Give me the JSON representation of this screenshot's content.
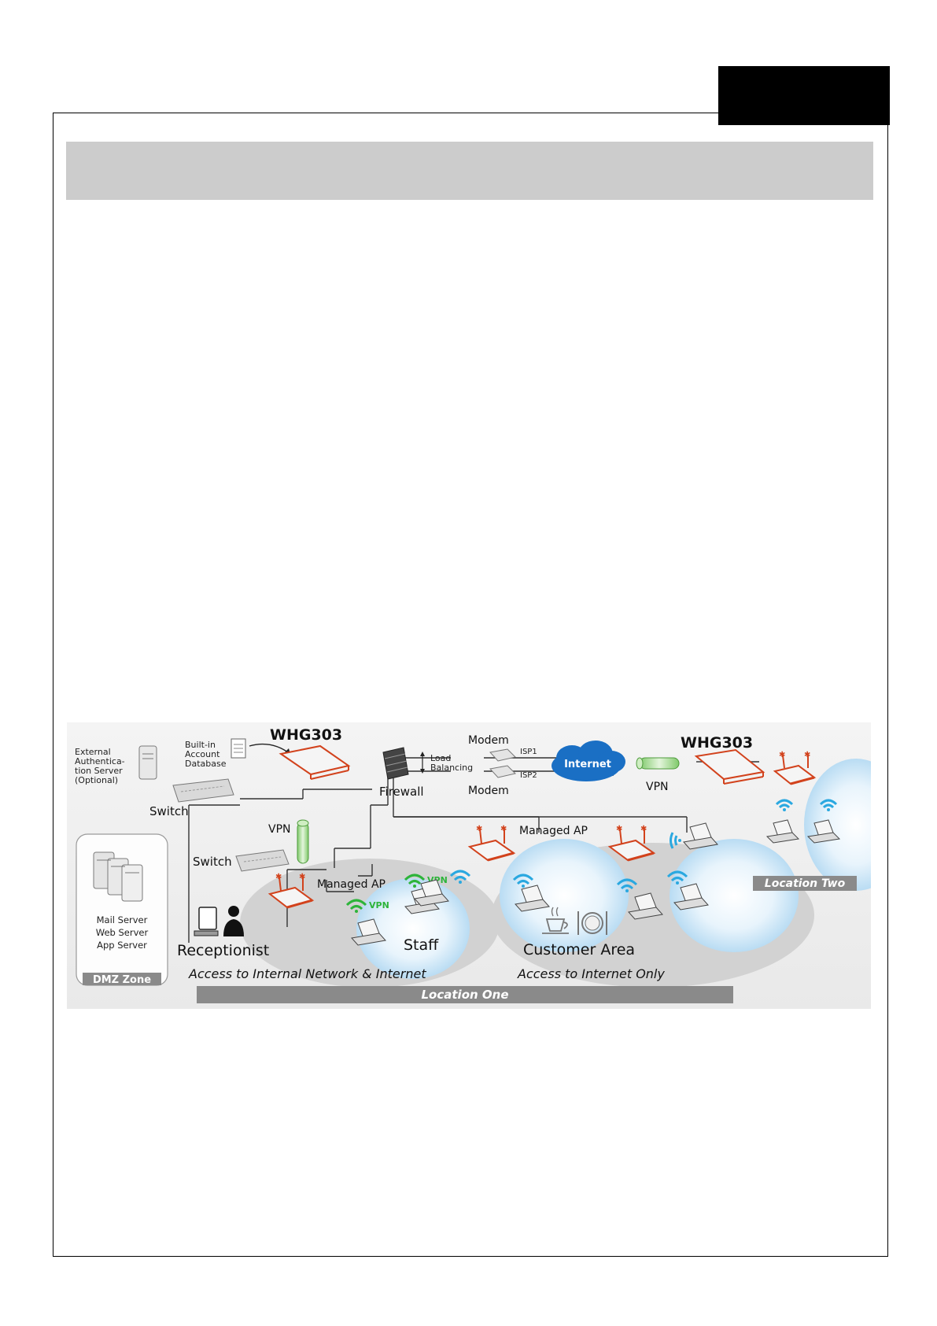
{
  "labels": {
    "whg303_main": "WHG303",
    "whg303_remote": "WHG303",
    "built_in": [
      "Built-in",
      "Account",
      "Database"
    ],
    "ext_auth": [
      "External",
      "Authentica-",
      "tion Server",
      "(Optional)"
    ],
    "switch_top": "Switch",
    "switch_mid": "Switch",
    "vpn_left": "VPN",
    "vpn_right": "VPN",
    "firewall": "Firewall",
    "load_balancing": [
      "Load",
      "Balancing"
    ],
    "modem_top": "Modem",
    "modem_bottom": "Modem",
    "isp1": "ISP1",
    "isp2": "ISP2",
    "internet": "Internet",
    "managed_ap_left": "Managed AP",
    "managed_ap_right": "Managed AP",
    "servers": [
      "Mail Server",
      "Web Server",
      "App Server"
    ],
    "dmz_zone": "DMZ Zone",
    "receptionist": "Receptionist",
    "staff": "Staff",
    "vpn_wifi_1": "VPN",
    "vpn_wifi_2": "VPN",
    "customer_area": "Customer Area",
    "access_internal": "Access to Internal Network & Internet",
    "access_internet": "Access to Internet Only",
    "location_one": "Location One",
    "location_two": "Location Two"
  },
  "colors": {
    "device_red": "#d2421c",
    "wifi_green": "#2db43a",
    "wifi_blue": "#2aa8e0",
    "cloud_blue": "#1a6fc4",
    "zone_gray": "#cfcfcf",
    "bar_gray": "#8a8a8a"
  }
}
